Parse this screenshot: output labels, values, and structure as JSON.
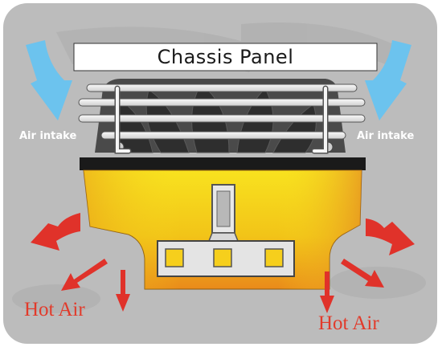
{
  "labels": {
    "chassis_panel": "Chassis Panel",
    "air_intake_left": "Air intake",
    "air_intake_right": "Air intake",
    "hot_air_left": "Hot Air",
    "hot_air_right": "Hot Air"
  },
  "colors": {
    "background_panel": "#bcbcbc",
    "intake_arrow": "#6cc3ee",
    "hot_air_arrow": "#e0322a",
    "heatsink_top": "#f6de1e",
    "heatsink_bottom": "#e8921a",
    "base_plate": "#1a1a1a"
  }
}
